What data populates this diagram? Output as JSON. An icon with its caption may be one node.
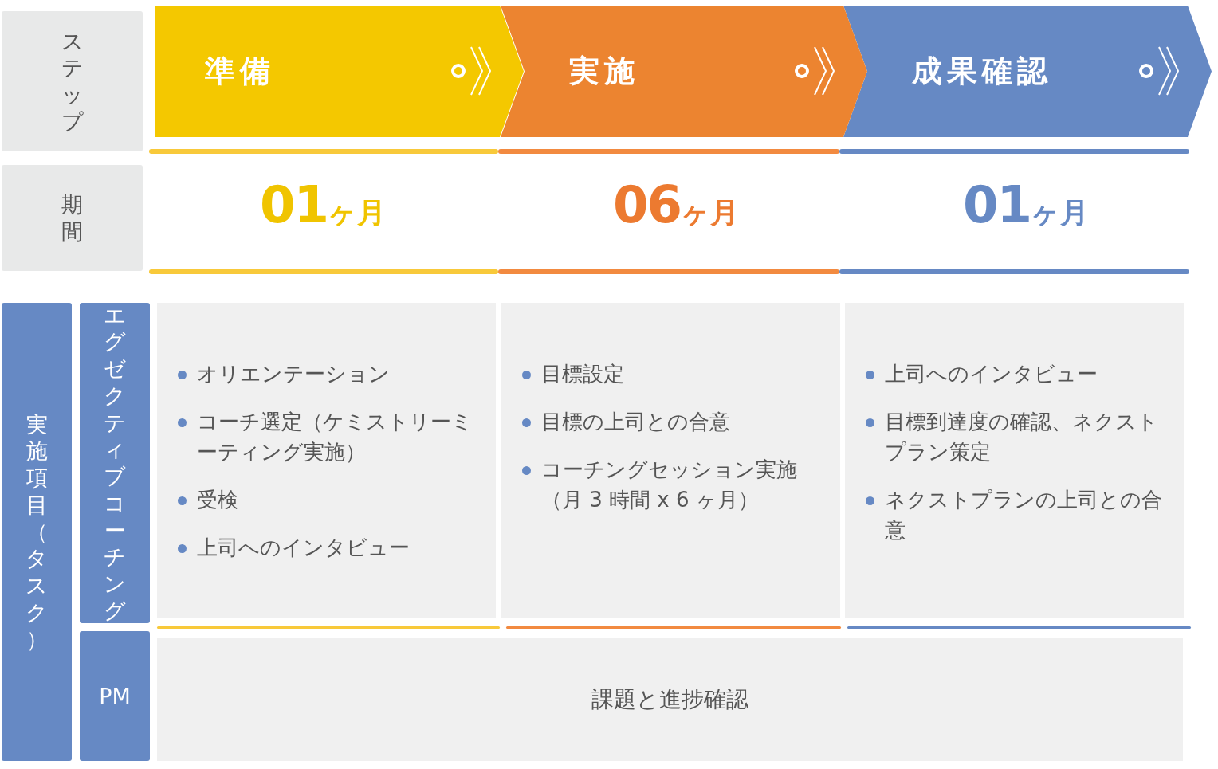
{
  "diagram": {
    "nodes": [
      {
        "text": [
          "ステップ"
        ]
      },
      {
        "text": [
          "準備"
        ]
      },
      {
        "text": [
          "実施"
        ]
      },
      {
        "text": [
          "成果確認"
        ]
      },
      {
        "text": [
          "期間"
        ]
      },
      {
        "text": [
          "実施項目（タスク）"
        ]
      },
      {
        "text": [
          "エグゼクティブコーチング"
        ]
      },
      {
        "text": [
          "オリエンテーション",
          "コーチ選定（ケミストリーミーティング実施）",
          "受検",
          "上司へのインタビュー"
        ]
      },
      {
        "text": [
          "目標設定",
          "目標の上司との合意",
          "コーチングセッション実施（月 3 時間 x 6 ヶ月）"
        ]
      },
      {
        "text": [
          "上司へのインタビュー",
          "目標到達度の確認、ネクストプラン策定",
          "ネクストプランの上司との合意"
        ]
      },
      {
        "text": [
          "PM"
        ]
      },
      {
        "text": [
          "課題と進捗確認"
        ]
      }
    ],
    "edges": [],
    "labels": [
      "01ヶ月",
      "06ヶ月",
      "01ヶ月"
    ]
  }
}
